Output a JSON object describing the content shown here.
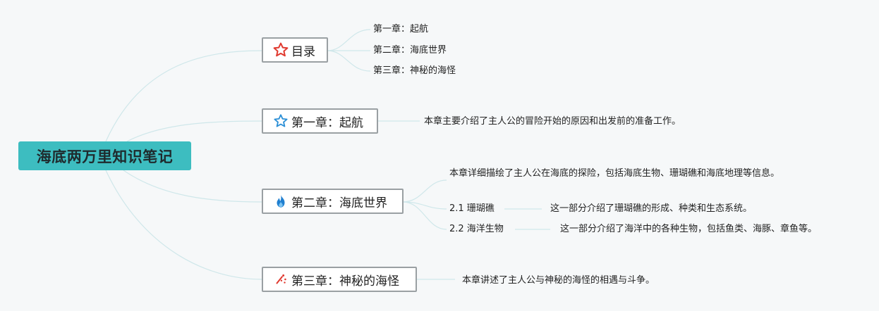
{
  "root": {
    "title": "海底两万里知识笔记"
  },
  "branches": [
    {
      "id": "toc",
      "label": "目录",
      "icon": "red-star-icon",
      "children": [
        {
          "label": "第一章：起航"
        },
        {
          "label": "第二章：海底世界"
        },
        {
          "label": "第三章：神秘的海怪"
        }
      ]
    },
    {
      "id": "ch1",
      "label": "第一章：起航",
      "icon": "blue-star-icon",
      "summary": "本章主要介绍了主人公的冒险开始的原因和出发前的准备工作。"
    },
    {
      "id": "ch2",
      "label": "第二章：海底世界",
      "icon": "blue-flame-icon",
      "summary": "本章详细描绘了主人公在海底的探险，包括海底生物、珊瑚礁和海底地理等信息。",
      "children": [
        {
          "label": "2.1 珊瑚礁",
          "note": "这一部分介绍了珊瑚礁的形成、种类和生态系统。"
        },
        {
          "label": "2.2 海洋生物",
          "note": "这一部分介绍了海洋中的各种生物，包括鱼类、海豚、章鱼等。"
        }
      ]
    },
    {
      "id": "ch3",
      "label": "第三章：神秘的海怪",
      "icon": "red-sparkle-icon",
      "summary": "本章讲述了主人公与神秘的海怪的相遇与斗争。"
    }
  ],
  "colors": {
    "background": "#f6f8f9",
    "root_fill": "#3dbdc0",
    "connector": "#cfe7ea",
    "topic_border": "#9aa0a3"
  }
}
